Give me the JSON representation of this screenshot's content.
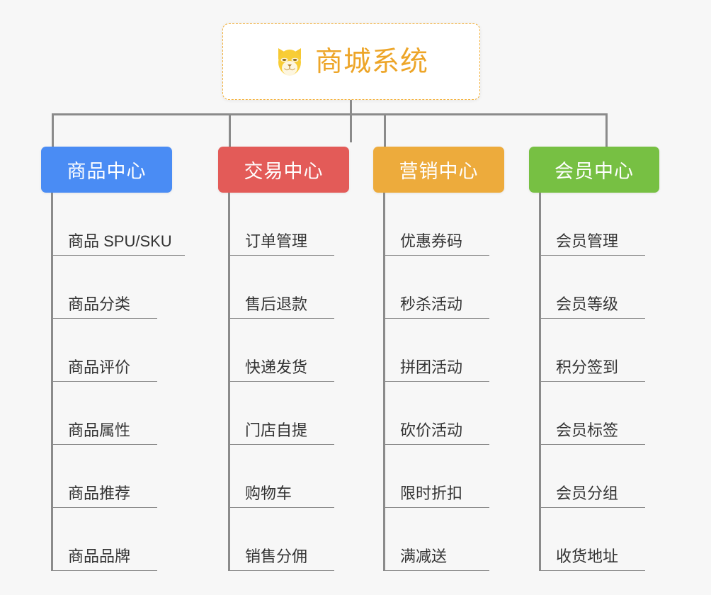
{
  "diagram": {
    "type": "mind-map",
    "background_color": "#f7f7f7",
    "root": {
      "title": "商城系统",
      "icon": "shiba-dog-face-icon",
      "text_color": "#eda528",
      "border_color": "#f3b13c",
      "background_color": "#ffffff"
    },
    "connector_color": "#8b8b8b",
    "branches": [
      {
        "label": "商品中心",
        "color": "#4a8cf4",
        "items": [
          "商品 SPU/SKU",
          "商品分类",
          "商品评价",
          "商品属性",
          "商品推荐",
          "商品品牌"
        ]
      },
      {
        "label": "交易中心",
        "color": "#e35b58",
        "items": [
          "订单管理",
          "售后退款",
          "快递发货",
          "门店自提",
          "购物车",
          "销售分佣"
        ]
      },
      {
        "label": "营销中心",
        "color": "#edab3c",
        "items": [
          "优惠券码",
          "秒杀活动",
          "拼团活动",
          "砍价活动",
          "限时折扣",
          "满减送"
        ]
      },
      {
        "label": "会员中心",
        "color": "#77c043",
        "items": [
          "会员管理",
          "会员等级",
          "积分签到",
          "会员标签",
          "会员分组",
          "收货地址"
        ]
      }
    ]
  }
}
